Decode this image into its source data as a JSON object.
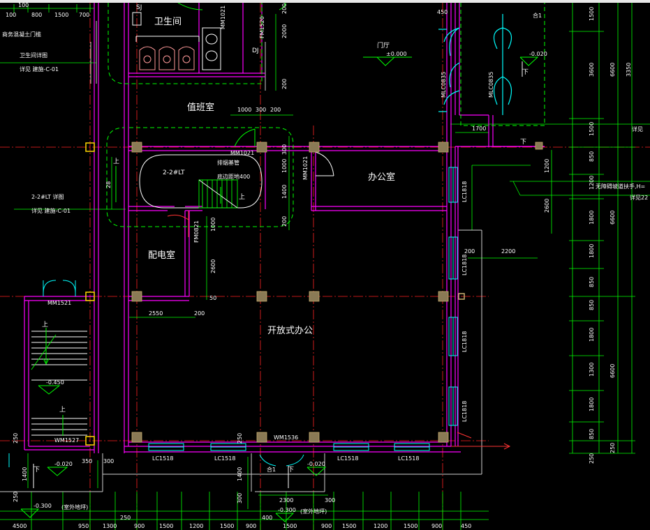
{
  "colors": {
    "background": "#000000",
    "wall": "#ff00ff",
    "axis": "#ff2222",
    "dimension": "#00ff00",
    "door_cyan": "#00ffff",
    "column": "#8a7a55",
    "column_edge": "#ffd700",
    "text": "#ffffff",
    "stair": "#00ff00",
    "window": "#00ffff"
  },
  "rooms": {
    "toilet": "卫生间",
    "duty_room": "值班室",
    "office": "办公室",
    "distribution_room": "配电室",
    "open_office": "开放式办公",
    "lobby": "门厅",
    "stair_label": "2-2#LT",
    "stair_note_1": "排烟基管",
    "stair_note_2": "底边距地400",
    "up": "上",
    "down": "下"
  },
  "notes": {
    "top_left_note": "商务混凝土门槛",
    "toilet_detail": "卫生间详图",
    "toilet_detail_ref": "详见 建施-C-01",
    "stair_detail": "2-2#LT  详图",
    "stair_detail_ref": "详见 建施-C-01",
    "ramp_note": "无障碍坡道扶手,H=",
    "ramp_note_ref": "详见22",
    "detail_right": "详见",
    "outdoor": "(室外地坪)",
    "outdoor2": "(室外地坪)",
    "sj": "SJ",
    "dj": "DJ"
  },
  "doors": {
    "mm1021_top": "MM1021",
    "fm1520": "FM1520",
    "mm1021_duty": "MM1021",
    "mm1021_office": "MM1021",
    "fm_dist": "FM0821",
    "mm1521": "MM1521",
    "wm1527": "WM1527",
    "wm1536": "WM1536",
    "mlc_left": "MLC0835",
    "mlc_right": "MLC0835",
    "lc_left1": "LC1518",
    "lc_left2": "LC1518",
    "lc_right1": "LC1518",
    "lc_right2": "LC1518",
    "lc1818_a": "LC1818",
    "lc1818_b": "LC1818",
    "lc1818_c": "LC1818",
    "lc1818_d": "LC1818",
    "c1_a": "合1",
    "c1_b": "合1"
  },
  "elevations": {
    "lobby": "±0.000",
    "left_stair": "-0.450",
    "left_out": "-0.020",
    "lobby_right": "-0.020",
    "bottom_mid": "-0.020",
    "outdoor_left": "-0.300",
    "outdoor_mid": "-0.300"
  },
  "dims": {
    "top_100": "100",
    "top_800": "800",
    "top_1500": "1500",
    "top_700": "700",
    "top_100b": "100",
    "top_450": "450",
    "duty_1000": "1000",
    "duty_300": "300",
    "duty_200": "200",
    "v_200a": "200",
    "v_2000": "2000",
    "v_200b": "200",
    "v_300": "300",
    "v_1000": "1000",
    "v_1400": "1400",
    "v_200c": "200",
    "d_1000": "1000",
    "d_2600": "2600",
    "d_50": "50",
    "d_2550": "2550",
    "d_200": "200",
    "r_1700": "1700",
    "r_1200": "1200",
    "r_2600": "2600",
    "r_200": "200",
    "r_2200": "2200",
    "lv_28": "28",
    "bl_250": "250",
    "bl_350": "350",
    "bl_300": "300",
    "bl_1400": "1400",
    "bl_250b": "250",
    "bm_1400": "1400",
    "bm_300": "300",
    "bm_2300": "2300",
    "bm_300b": "300",
    "bm_400": "400",
    "bm_250": "250",
    "bot_4500": "4500",
    "bot_950": "950",
    "bot_1300": "1300",
    "bot_900a": "900",
    "bot_1500a": "1500",
    "bot_1200a": "1200",
    "bot_1500b": "1500",
    "bot_900b": "900",
    "bot_1500c": "1500",
    "bot_1200b": "1200",
    "bot_1500d": "1500",
    "bot_900c": "900",
    "bot_450": "450",
    "rv_1500": "1500",
    "rv_3600": "3600",
    "rv_6600a": "6600",
    "rv_3350": "3350",
    "rv_1500b": "1500",
    "rv_850": "850",
    "rv_1200": "1200",
    "rv_6600b": "6600",
    "rv_1800": "1800",
    "rv_850b": "850",
    "rv_850c": "850",
    "rv_1800b": "1800",
    "rv_1300": "1300",
    "rv_6600c": "6600",
    "rv_1800c": "1800",
    "rv_850d": "850",
    "rv_250": "250",
    "rv_250b": "250"
  }
}
